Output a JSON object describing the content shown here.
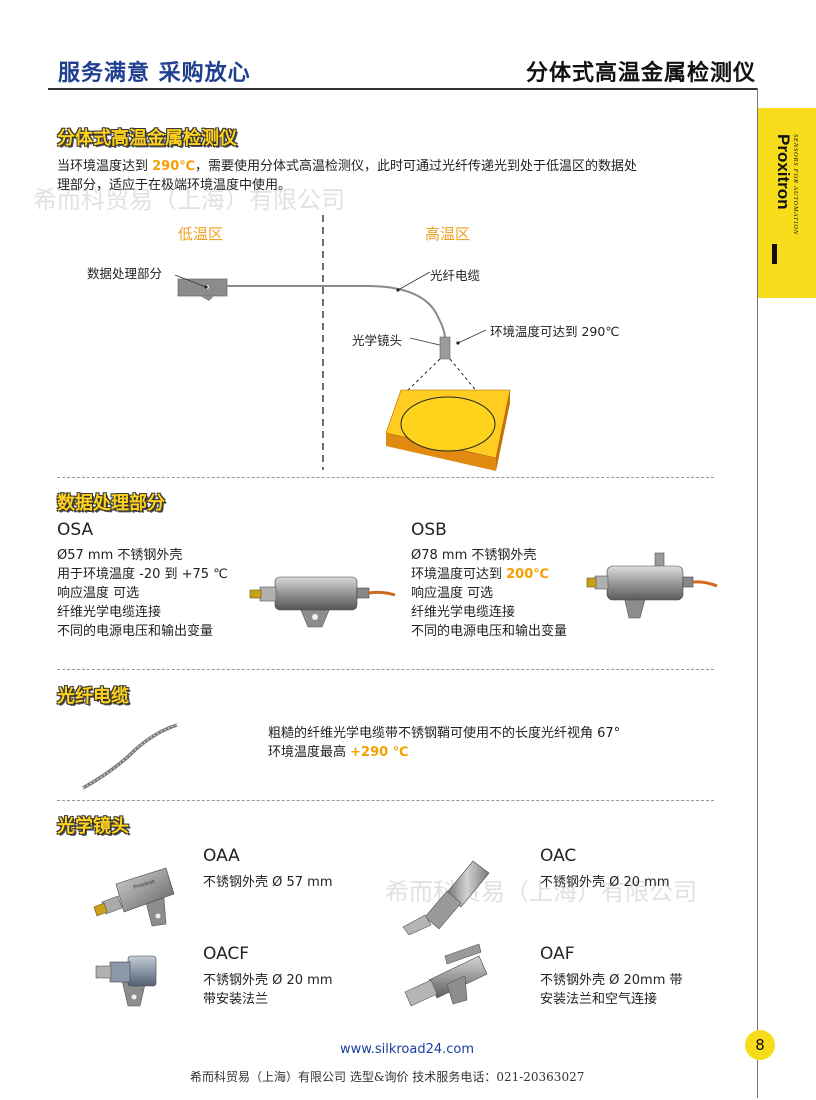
{
  "header": {
    "slogan": "服务满意 采购放心",
    "title": "分体式高温金属检测仪"
  },
  "brand": {
    "name": "Proxitron",
    "tagline": "SENSORS FOR AUTOMATION"
  },
  "watermark": "希而科贸易（上海）有限公司",
  "intro": {
    "title": "分体式高温金属检测仪",
    "text_a": "当环境温度达到 ",
    "temp": "290℃",
    "text_b": "，需要使用分体式高温检测仪，此时可通过光纤传递光到处于低温区的数据处",
    "text_c": "理部分，适应于在极端环境温度中使用。"
  },
  "diagram": {
    "low_zone": "低温区",
    "high_zone": "高温区",
    "label_processing": "数据处理部分",
    "label_cable": "光纤电缆",
    "label_lens": "光学镜头",
    "label_ambient": "环境温度可达到 290℃",
    "colors": {
      "hot_plate": "#f5a623",
      "hot_plate_top": "#ffd21c"
    }
  },
  "processing": {
    "title": "数据处理部分",
    "osa": {
      "name": "OSA",
      "line1": "Ø57 mm 不锈钢外壳",
      "line2": "用于环境温度 -20 到 +75 ℃",
      "line3": "响应温度 可选",
      "line4": "纤维光学电缆连接",
      "line5": "不同的电源电压和输出变量"
    },
    "osb": {
      "name": "OSB",
      "line1": "Ø78 mm 不锈钢外壳",
      "line2a": "环境温度可达到 ",
      "line2b": "200℃",
      "line3": "响应温度 可选",
      "line4": "纤维光学电缆连接",
      "line5": "不同的电源电压和输出变量"
    }
  },
  "cable": {
    "title": "光纤电缆",
    "line1": "粗糙的纤维光学电缆带不锈钢鞘可使用不的长度光纤视角 67°",
    "line2a": "环境温度最高 ",
    "line2b": "+290 ℃"
  },
  "lens": {
    "title": "光学镜头",
    "oaa": {
      "name": "OAA",
      "line1": "不锈钢外壳 Ø 57 mm",
      "engraving": "Proxitron"
    },
    "oac": {
      "name": "OAC",
      "line1": "不锈钢外壳 Ø 20 mm"
    },
    "oacf": {
      "name": "OACF",
      "line1": "不锈钢外壳 Ø 20 mm",
      "line2": "带安装法兰"
    },
    "oaf": {
      "name": "OAF",
      "line1": "不锈钢外壳 Ø 20mm 带",
      "line2": "安装法兰和空气连接"
    }
  },
  "footer": {
    "url": "www.silkroad24.com",
    "info": "希而科贸易（上海）有限公司   选型&询价   技术服务电话：021-20363027",
    "page": "8"
  }
}
